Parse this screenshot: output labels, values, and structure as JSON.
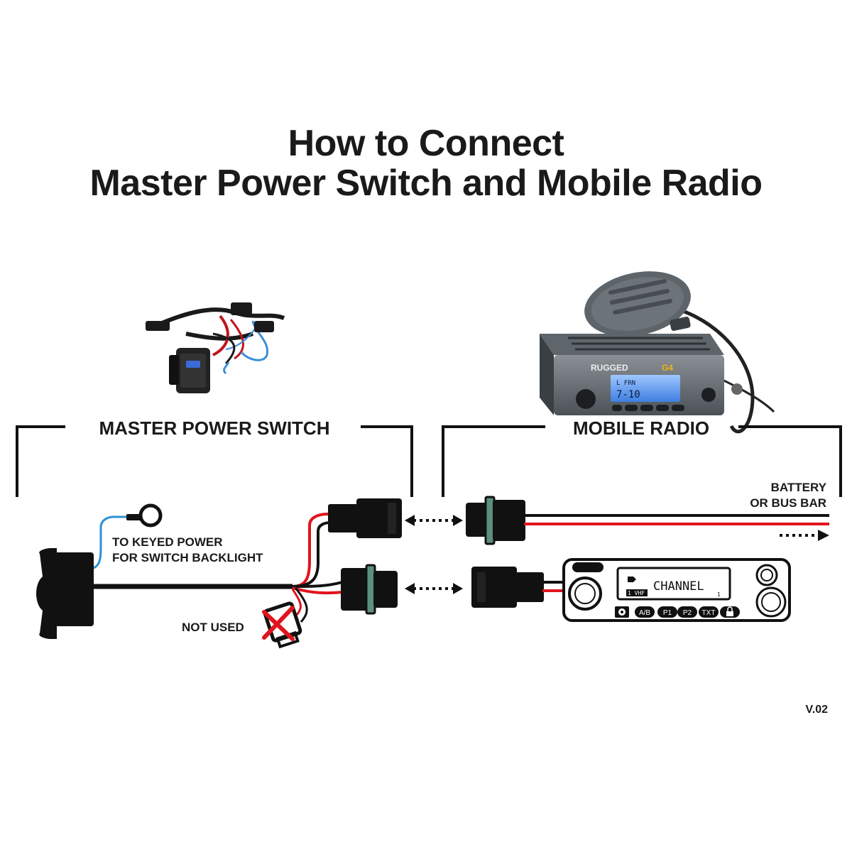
{
  "title_line1": "How to Connect",
  "title_line2": "Master Power Switch and Mobile Radio",
  "sections": {
    "master_power_switch": "MASTER POWER SWITCH",
    "mobile_radio": "MOBILE RADIO"
  },
  "labels": {
    "keyed_power_line1": "TO KEYED POWER",
    "keyed_power_line2": "FOR SWITCH BACKLIGHT",
    "not_used": "NOT USED",
    "battery_line1": "BATTERY",
    "battery_line2": "OR BUS BAR"
  },
  "radio_photo": {
    "brand": "RUGGED",
    "model": "G4",
    "display_line1": "L FRN",
    "display_line2": "7-10"
  },
  "radio_diagram": {
    "display_text": "CHANNEL",
    "display_sub": "1 VHF",
    "display_index": "1",
    "buttons": [
      "A/B",
      "P1",
      "P2",
      "TXT"
    ]
  },
  "version": "V.02",
  "colors": {
    "wire_black": "#111111",
    "wire_red": "#e0141e",
    "wire_blue": "#2d8fd6",
    "connector_seal": "#5c8f7d"
  }
}
